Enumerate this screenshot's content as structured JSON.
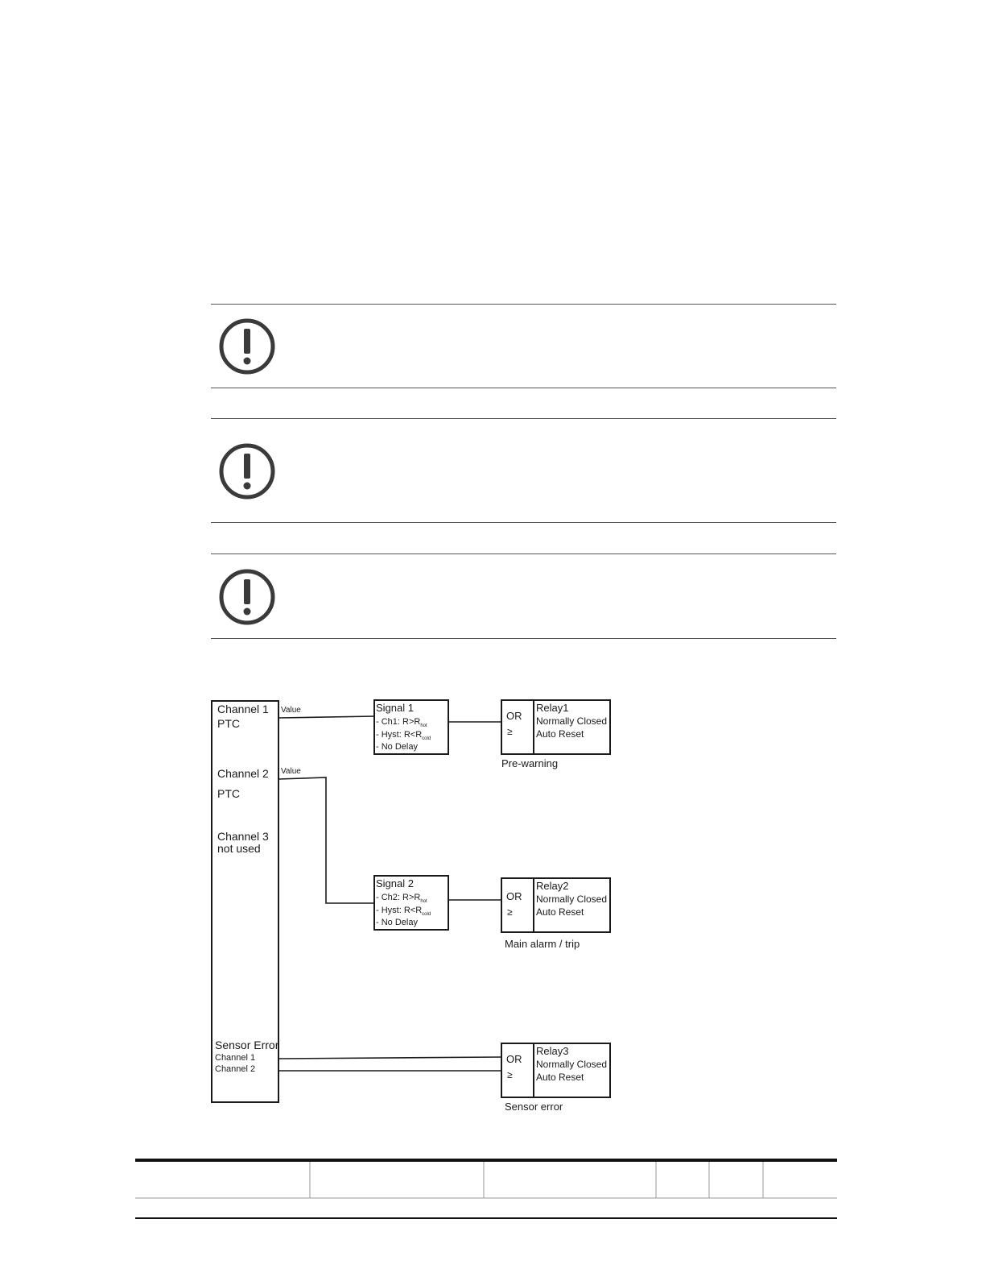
{
  "notices": [
    {
      "icon": "exclamation-circle-icon"
    },
    {
      "icon": "exclamation-circle-icon"
    },
    {
      "icon": "exclamation-circle-icon"
    }
  ],
  "diagram": {
    "input_block": {
      "ch1_title": "Channel 1",
      "ch1_type": "PTC",
      "ch2_title": "Channel 2",
      "ch2_type": "PTC",
      "ch3_title": "Channel 3",
      "ch3_status": "not used",
      "sensor_error_title": "Sensor Error",
      "sensor_error_ch1": "Channel 1",
      "sensor_error_ch2": "Channel 2"
    },
    "wire_labels": {
      "value1": "Value",
      "value2": "Value"
    },
    "signals": [
      {
        "title": "Signal 1",
        "cond_prefix": "-  Ch1: R>R",
        "cond_sub": "hot",
        "hyst_prefix": "- Hyst: R<R",
        "hyst_sub": "cold",
        "delay": "- No Delay"
      },
      {
        "title": "Signal 2",
        "cond_prefix": "-  Ch2: R>R",
        "cond_sub": "hot",
        "hyst_prefix": "- Hyst: R<R",
        "hyst_sub": "cold",
        "delay": "- No Delay"
      }
    ],
    "relays": [
      {
        "gate": "OR",
        "symbol": "≥",
        "title": "Relay1",
        "mode": "Normally Closed",
        "reset": "Auto Reset",
        "caption": "Pre-warning"
      },
      {
        "gate": "OR",
        "symbol": "≥",
        "title": "Relay2",
        "mode": "Normally Closed",
        "reset": "Auto Reset",
        "caption": "Main alarm / trip"
      },
      {
        "gate": "OR",
        "symbol": "≥",
        "title": "Relay3",
        "mode": "Normally Closed",
        "reset": "Auto Reset",
        "caption": "Sensor error"
      }
    ]
  },
  "colors": {
    "line": "#1a1a1a",
    "rule": "#555555",
    "icon": "#3a3a3a"
  }
}
